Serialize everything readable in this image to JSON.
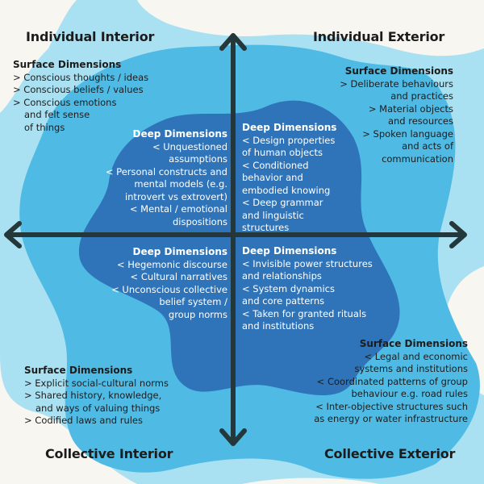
{
  "colors": {
    "background": "#f7f6f1",
    "light_blob": "#a9e1f3",
    "mid_blob": "#4fbbe5",
    "deep_blob": "#2f74b9",
    "axis": "#24383b",
    "text_dark": "#1c1c1c",
    "text_light": "#ffffff"
  },
  "quadrants": {
    "individual_interior": "Individual Interior",
    "individual_exterior": "Individual Exterior",
    "collective_interior": "Collective Interior",
    "collective_exterior": "Collective Exterior"
  },
  "surface": {
    "ii": {
      "heading": "Surface Dimensions",
      "lines": [
        "> Conscious thoughts / ideas",
        "> Conscious beliefs / values",
        "> Conscious emotions",
        "and felt sense",
        "of things"
      ]
    },
    "ie": {
      "heading": "Surface Dimensions",
      "lines": [
        "> Deliberate behaviours",
        "and practices",
        "> Material objects",
        "and resources",
        "> Spoken language",
        "and acts of",
        "communication"
      ]
    },
    "ci": {
      "heading": "Surface Dimensions",
      "lines": [
        "> Explicit social-cultural norms",
        "> Shared history, knowledge,",
        "and ways of valuing things",
        "> Codified laws and rules"
      ]
    },
    "ce": {
      "heading": "Surface Dimensions",
      "lines": [
        "< Legal and economic",
        "systems and institutions",
        "< Coordinated patterns of group",
        "behaviour e.g. road rules",
        "< Inter-objective structures such",
        "as energy or water infrastructure"
      ]
    }
  },
  "deep": {
    "ii": {
      "heading": "Deep Dimensions",
      "lines": [
        "< Unquestioned",
        "assumptions",
        "< Personal constructs and",
        "mental models (e.g.",
        "introvert vs extrovert)",
        "< Mental / emotional",
        "dispositions"
      ]
    },
    "ie": {
      "heading": "Deep Dimensions",
      "lines": [
        "< Design properties",
        "of human objects",
        "< Conditioned",
        "behavior and",
        "embodied knowing",
        "< Deep grammar",
        "and linguistic",
        "structures"
      ]
    },
    "ci": {
      "heading": "Deep Dimensions",
      "lines": [
        "< Hegemonic discourse",
        "< Cultural narratives",
        "< Unconscious collective",
        "belief system /",
        "group norms"
      ]
    },
    "ce": {
      "heading": "Deep Dimensions",
      "lines": [
        "< Invisible power structures",
        "and relationships",
        "< System dynamics",
        "and core patterns",
        "< Taken for granted rituals",
        "and institutions"
      ]
    }
  }
}
